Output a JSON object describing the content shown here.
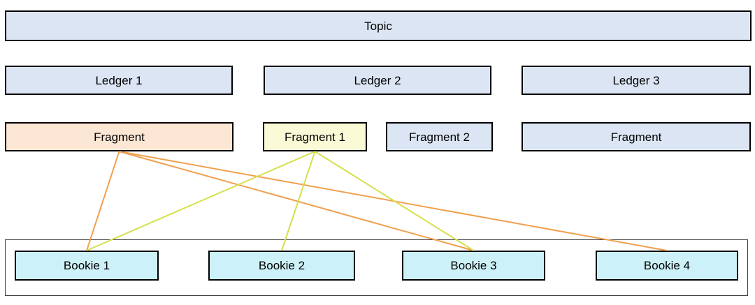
{
  "diagram": {
    "nodes": {
      "topic": {
        "label": "Topic",
        "fill_role": "light_blue"
      },
      "ledger1": {
        "label": "Ledger 1",
        "fill_role": "light_blue"
      },
      "ledger2": {
        "label": "Ledger 2",
        "fill_role": "light_blue"
      },
      "ledger3": {
        "label": "Ledger 3",
        "fill_role": "light_blue"
      },
      "fragment_l": {
        "label": "Fragment",
        "fill_role": "peach"
      },
      "fragment1": {
        "label": "Fragment 1",
        "fill_role": "yellow"
      },
      "fragment2": {
        "label": "Fragment 2",
        "fill_role": "light_blue"
      },
      "fragment_r": {
        "label": "Fragment",
        "fill_role": "light_blue"
      },
      "bookie1": {
        "label": "Bookie 1",
        "fill_role": "cyan"
      },
      "bookie2": {
        "label": "Bookie 2",
        "fill_role": "cyan"
      },
      "bookie3": {
        "label": "Bookie 3",
        "fill_role": "cyan"
      },
      "bookie4": {
        "label": "Bookie 4",
        "fill_role": "cyan"
      }
    },
    "edges": [
      {
        "from": "fragment_l",
        "to": "bookie1",
        "color_role": "orange"
      },
      {
        "from": "fragment_l",
        "to": "bookie3",
        "color_role": "orange"
      },
      {
        "from": "fragment_l",
        "to": "bookie4",
        "color_role": "orange"
      },
      {
        "from": "fragment1",
        "to": "bookie1",
        "color_role": "yellow_green"
      },
      {
        "from": "fragment1",
        "to": "bookie2",
        "color_role": "yellow_green"
      },
      {
        "from": "fragment1",
        "to": "bookie3",
        "color_role": "yellow_green"
      }
    ],
    "colors": {
      "light_blue_fill": "#dbe5f4",
      "peach_fill": "#fce6d4",
      "yellow_fill": "#fafbd6",
      "cyan_fill": "#cdf1f8",
      "box_border": "#000000",
      "container_border": "#404040",
      "edge_orange": "#f0a04e",
      "edge_yellow_green": "#d6e04c"
    }
  }
}
